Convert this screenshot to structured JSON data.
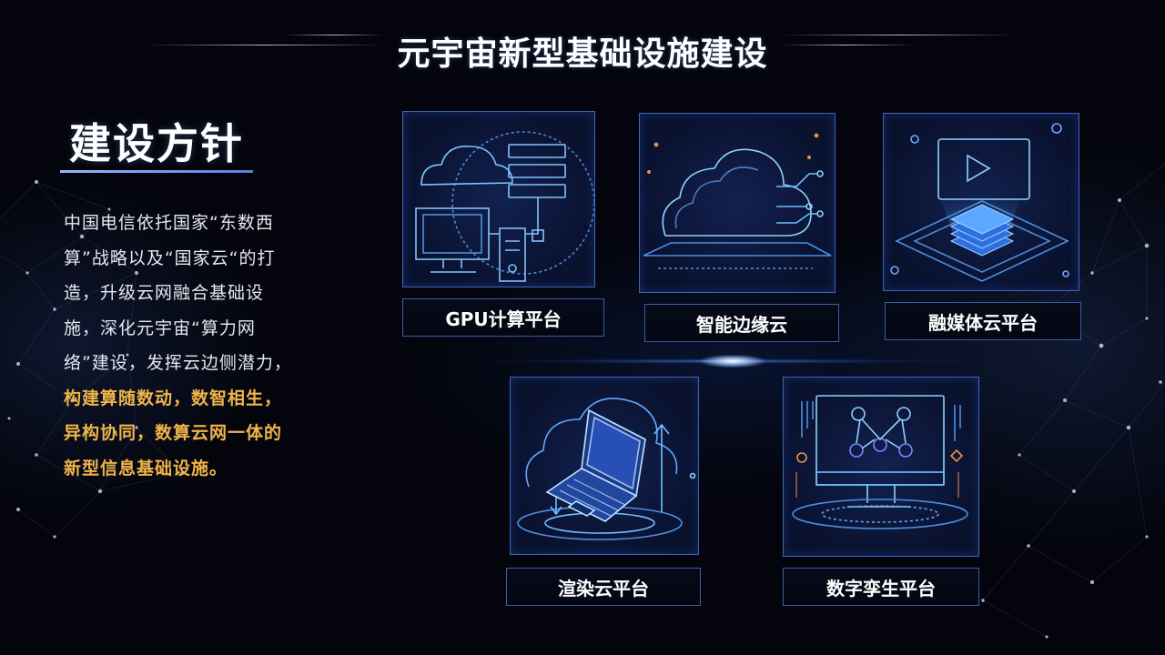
{
  "header": {
    "title": "元宇宙新型基础设施建设"
  },
  "section": {
    "title": "建设方针",
    "paragraph_normal": "中国电信依托国家“东数西算”战略以及“国家云“的打造，升级云网融合基础设施，深化元宇宙“算力网络”建设，发挥云边侧潜力，",
    "paragraph_highlight": "构建算随数动，数智相生，异构协同，数算云网一体的新型信息基础设施。"
  },
  "cards": [
    {
      "label": "GPU计算平台",
      "icon": "cloud-computer-server-icon"
    },
    {
      "label": "智能边缘云",
      "icon": "circuit-cloud-icon"
    },
    {
      "label": "融媒体云平台",
      "icon": "media-play-stack-icon"
    },
    {
      "label": "渲染云平台",
      "icon": "laptop-cloud-icon"
    },
    {
      "label": "数字孪生平台",
      "icon": "monitor-network-icon"
    }
  ],
  "colors": {
    "background": "#04050c",
    "highlight_text": "#f0b44a",
    "card_border": "#3f63b8",
    "accent_line": "#5a7fe0"
  }
}
